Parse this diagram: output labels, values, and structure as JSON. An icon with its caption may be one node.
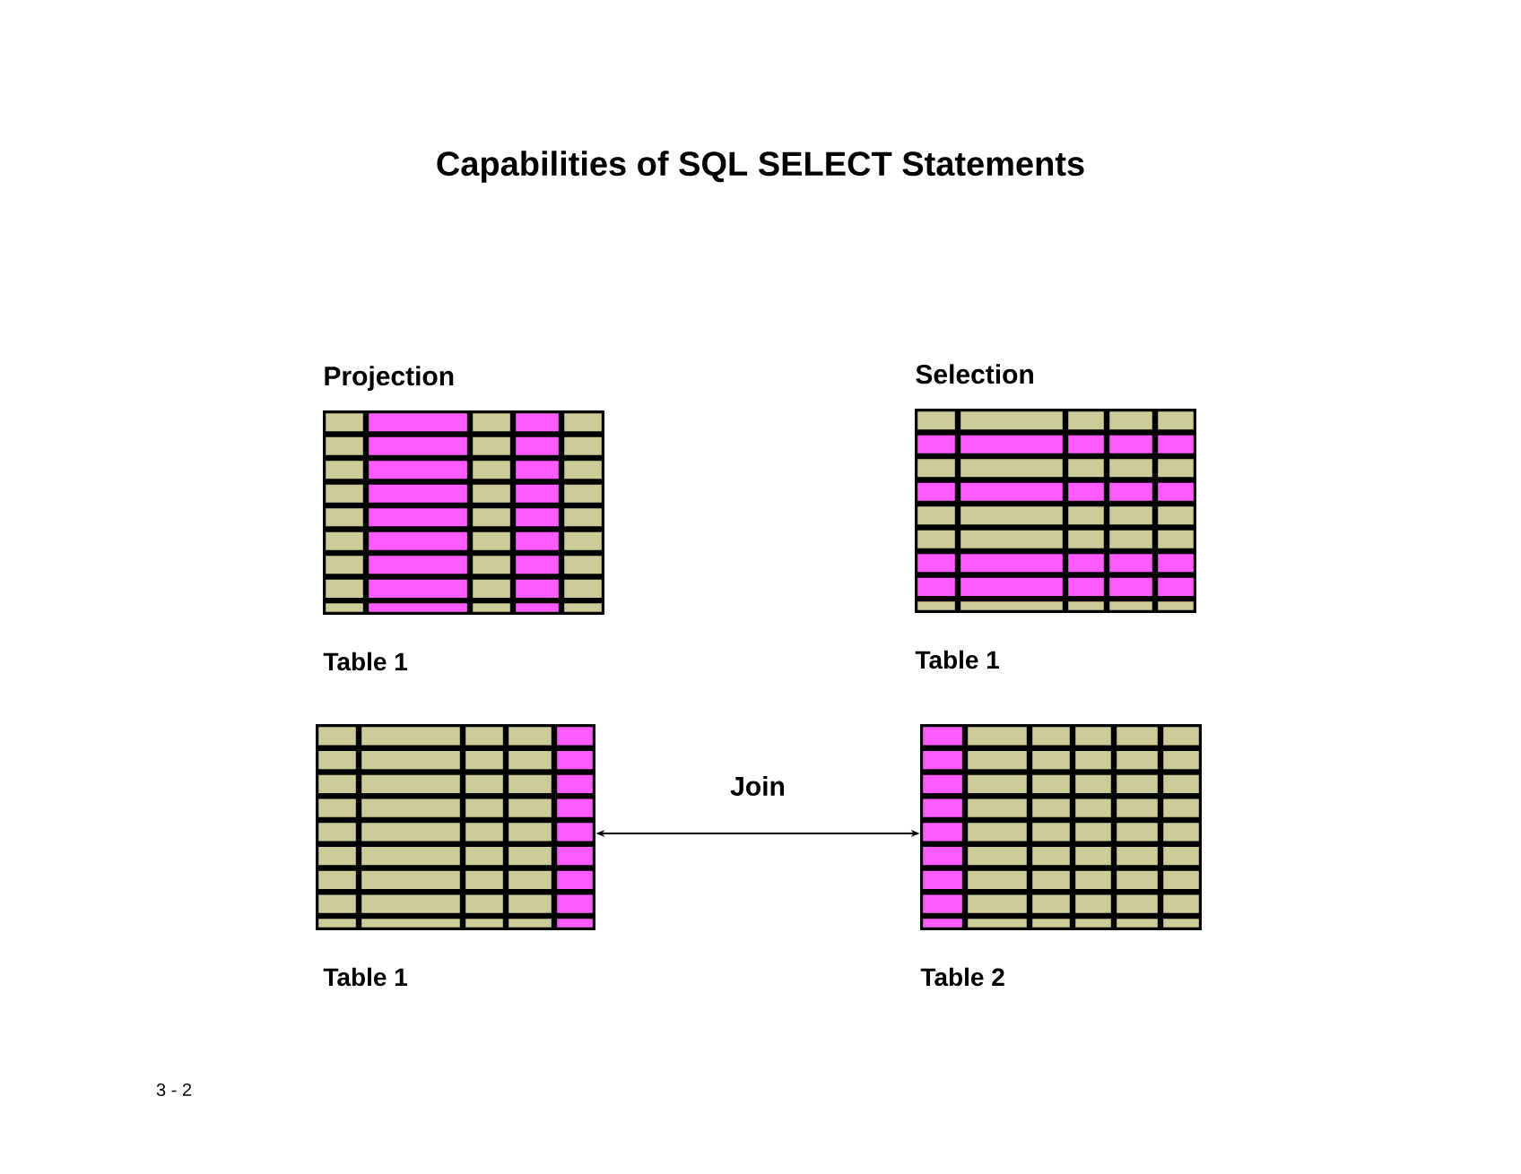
{
  "diagram": {
    "title": "Capabilities of SQL SELECT Statements",
    "nodes": [
      {
        "text": [
          "Projection"
        ],
        "beside": [
          "Table 1"
        ]
      },
      {
        "text": [
          "Selection"
        ],
        "beside": [
          "Table 1"
        ]
      },
      {
        "text": [],
        "shape": "table",
        "beside": [
          "Table 1"
        ]
      },
      {
        "text": [],
        "shape": "table",
        "beside": [
          "Table 2"
        ]
      }
    ],
    "edges": [
      {
        "from": 2,
        "to": 3,
        "arrow": "both",
        "label": "Join"
      }
    ],
    "labels": [
      "3 - 2"
    ]
  }
}
